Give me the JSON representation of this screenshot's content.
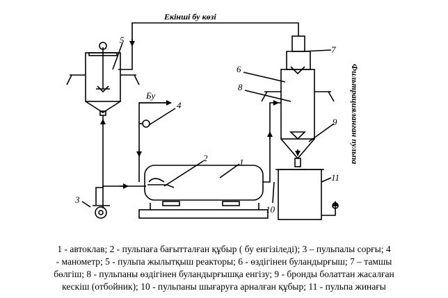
{
  "diagram": {
    "labels": {
      "steam_source": "Екінші бу көзі",
      "steam": "Бу",
      "filtrate": "Фильтрацияланған пульпа",
      "n1": "1",
      "n2": "2",
      "n3": "3",
      "n4": "4",
      "n5": "5",
      "n6": "6",
      "n7": "7",
      "n8": "8",
      "n9": "9",
      "n10": "10",
      "n11": "11"
    }
  },
  "caption": {
    "lines": [
      "1 - автоклав; 2 - пульпаға бағытталған  құбыр ( бу енгізіледі); 3 – пульпалы сорғы; 4",
      "- манометр; 5 - пульпа жылытқыш реакторы; 6 - өздігінен буландырғыш; 7 – тамшы",
      "бөлгіш; 8 - пульпаны өздігінен буландырғышқа енгізу; 9 - бронды болаттан жасалған",
      "кескіш (отбойник); 10 - пульпаны шығаруға арналған құбыр; 11 - пульпа жинағы"
    ]
  }
}
